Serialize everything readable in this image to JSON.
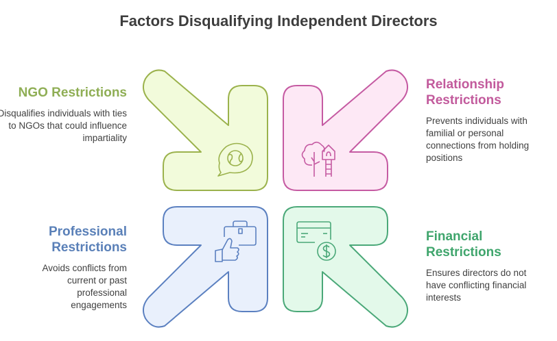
{
  "title": "Factors Disqualifying Independent Directors",
  "factors": {
    "ngo": {
      "title": "NGO Restrictions",
      "description": "Disqualifies individuals with ties to NGOs that could influence impartiality",
      "icon": "globe-speech-bubble-icon",
      "color": "#8fae55",
      "fill": "#f2fbdb",
      "stroke": "#9bb24c"
    },
    "relationship": {
      "title": "Relationship Restrictions",
      "description": "Prevents individuals with familial or personal connections from holding positions",
      "icon": "tree-house-icon",
      "color": "#c25a9c",
      "fill": "#fde8f5",
      "stroke": "#c55aa2"
    },
    "professional": {
      "title": "Professional Restrictions",
      "description": "Avoids conflicts from current or past professional engagements",
      "icon": "briefcase-thumbs-up-icon",
      "color": "#5a80b8",
      "fill": "#e9f0fc",
      "stroke": "#5b80c0"
    },
    "financial": {
      "title": "Financial Restrictions",
      "description": "Ensures directors do not have conflicting financial interests",
      "icon": "credit-card-dollar-icon",
      "color": "#3fa56c",
      "fill": "#e3f9ea",
      "stroke": "#4aa878"
    }
  }
}
